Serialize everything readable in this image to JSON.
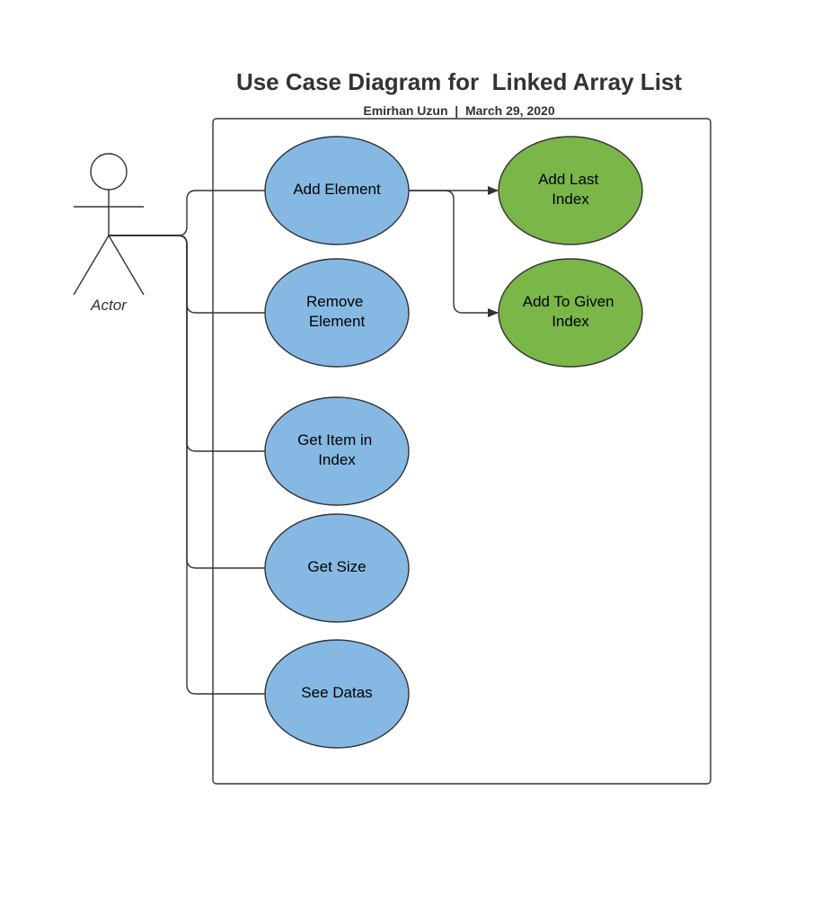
{
  "title": "Use Case Diagram for  Linked Array List",
  "subtitle": "Emirhan Uzun  |  March 29, 2020",
  "actor": {
    "label": "Actor"
  },
  "use_cases": [
    {
      "id": "add-element",
      "lines": [
        "Add Element"
      ]
    },
    {
      "id": "remove-element",
      "lines": [
        "Remove",
        "Element"
      ]
    },
    {
      "id": "get-item-in-index",
      "lines": [
        "Get Item in",
        "Index"
      ]
    },
    {
      "id": "get-size",
      "lines": [
        "Get Size"
      ]
    },
    {
      "id": "see-datas",
      "lines": [
        "See Datas"
      ]
    },
    {
      "id": "add-last-index",
      "lines": [
        "Add Last",
        "Index"
      ]
    },
    {
      "id": "add-to-given-index",
      "lines": [
        "Add To Given",
        "Index"
      ]
    }
  ],
  "colors": {
    "primary_use_case": "#85b9e3",
    "sub_use_case": "#7ab648",
    "stroke": "#333333"
  }
}
